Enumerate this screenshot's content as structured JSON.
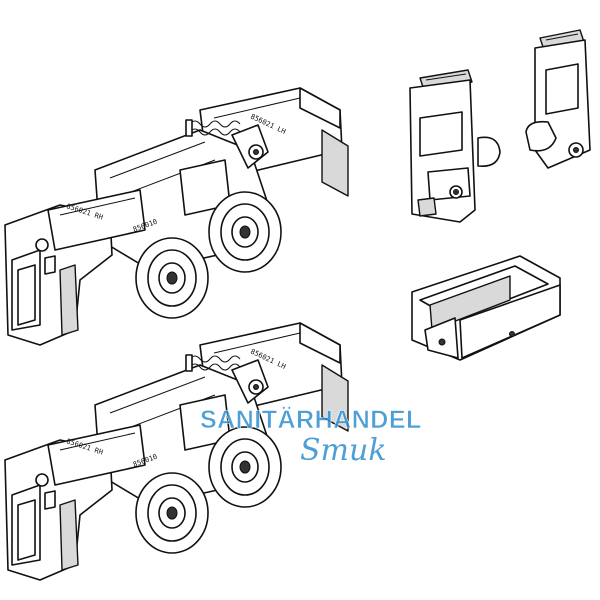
{
  "parts": {
    "carriage_top": {
      "label_a": "856021 RH",
      "label_b": "856021 LH",
      "label_c": "856010"
    },
    "carriage_bottom": {
      "label_a": "856021 RH",
      "label_b": "856021 LH",
      "label_c": "856010"
    }
  },
  "watermark": {
    "line1": "SANITÄRHANDEL",
    "line2": "Smuk",
    "color": "#2f8fd0"
  }
}
